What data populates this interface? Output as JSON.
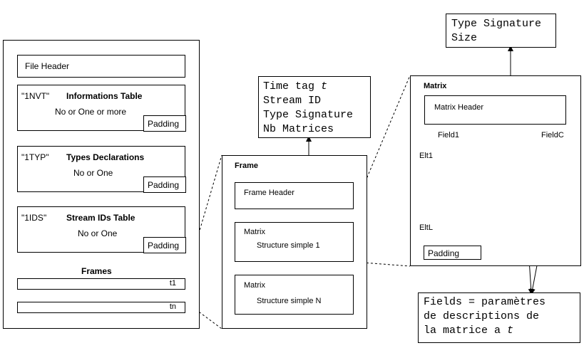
{
  "file": {
    "file_header": "File Header",
    "sections": [
      {
        "tag": "\"1NVT\"",
        "title": "Informations Table",
        "subtitle": "No or One or more",
        "padding": "Padding"
      },
      {
        "tag": "\"1TYP\"",
        "title": "Types Declarations",
        "subtitle": "No or One",
        "padding": "Padding"
      },
      {
        "tag": "\"1IDS\"",
        "title": "Stream IDs Table",
        "subtitle": "No or One",
        "padding": "Padding"
      }
    ],
    "frames_title": "Frames",
    "frame_first": "t1",
    "frame_last": "tn"
  },
  "frame": {
    "title": "Frame",
    "header": "Frame Header",
    "matrix1_title": "Matrix",
    "matrix1_sub": "Structure simple 1",
    "matrixN_title": "Matrix",
    "matrixN_sub": "Structure simple N"
  },
  "frame_header_note": {
    "line1": "Time tag ",
    "line1_var": "t",
    "line2": "Stream ID",
    "line3": "Type Signature",
    "line4": "Nb Matrices"
  },
  "matrix": {
    "title": "Matrix",
    "header": "Matrix Header",
    "field_first": "Field1",
    "field_last": "FieldC",
    "elt_first": "Elt1",
    "elt_last": "EltL",
    "padding": "Padding"
  },
  "matrix_header_note": {
    "line1": "Type Signature",
    "line2": "Size"
  },
  "fields_note": {
    "line1": "Fields = paramètres",
    "line2": "de descriptions de",
    "line3": "la matrice a ",
    "line3_var": "t"
  }
}
